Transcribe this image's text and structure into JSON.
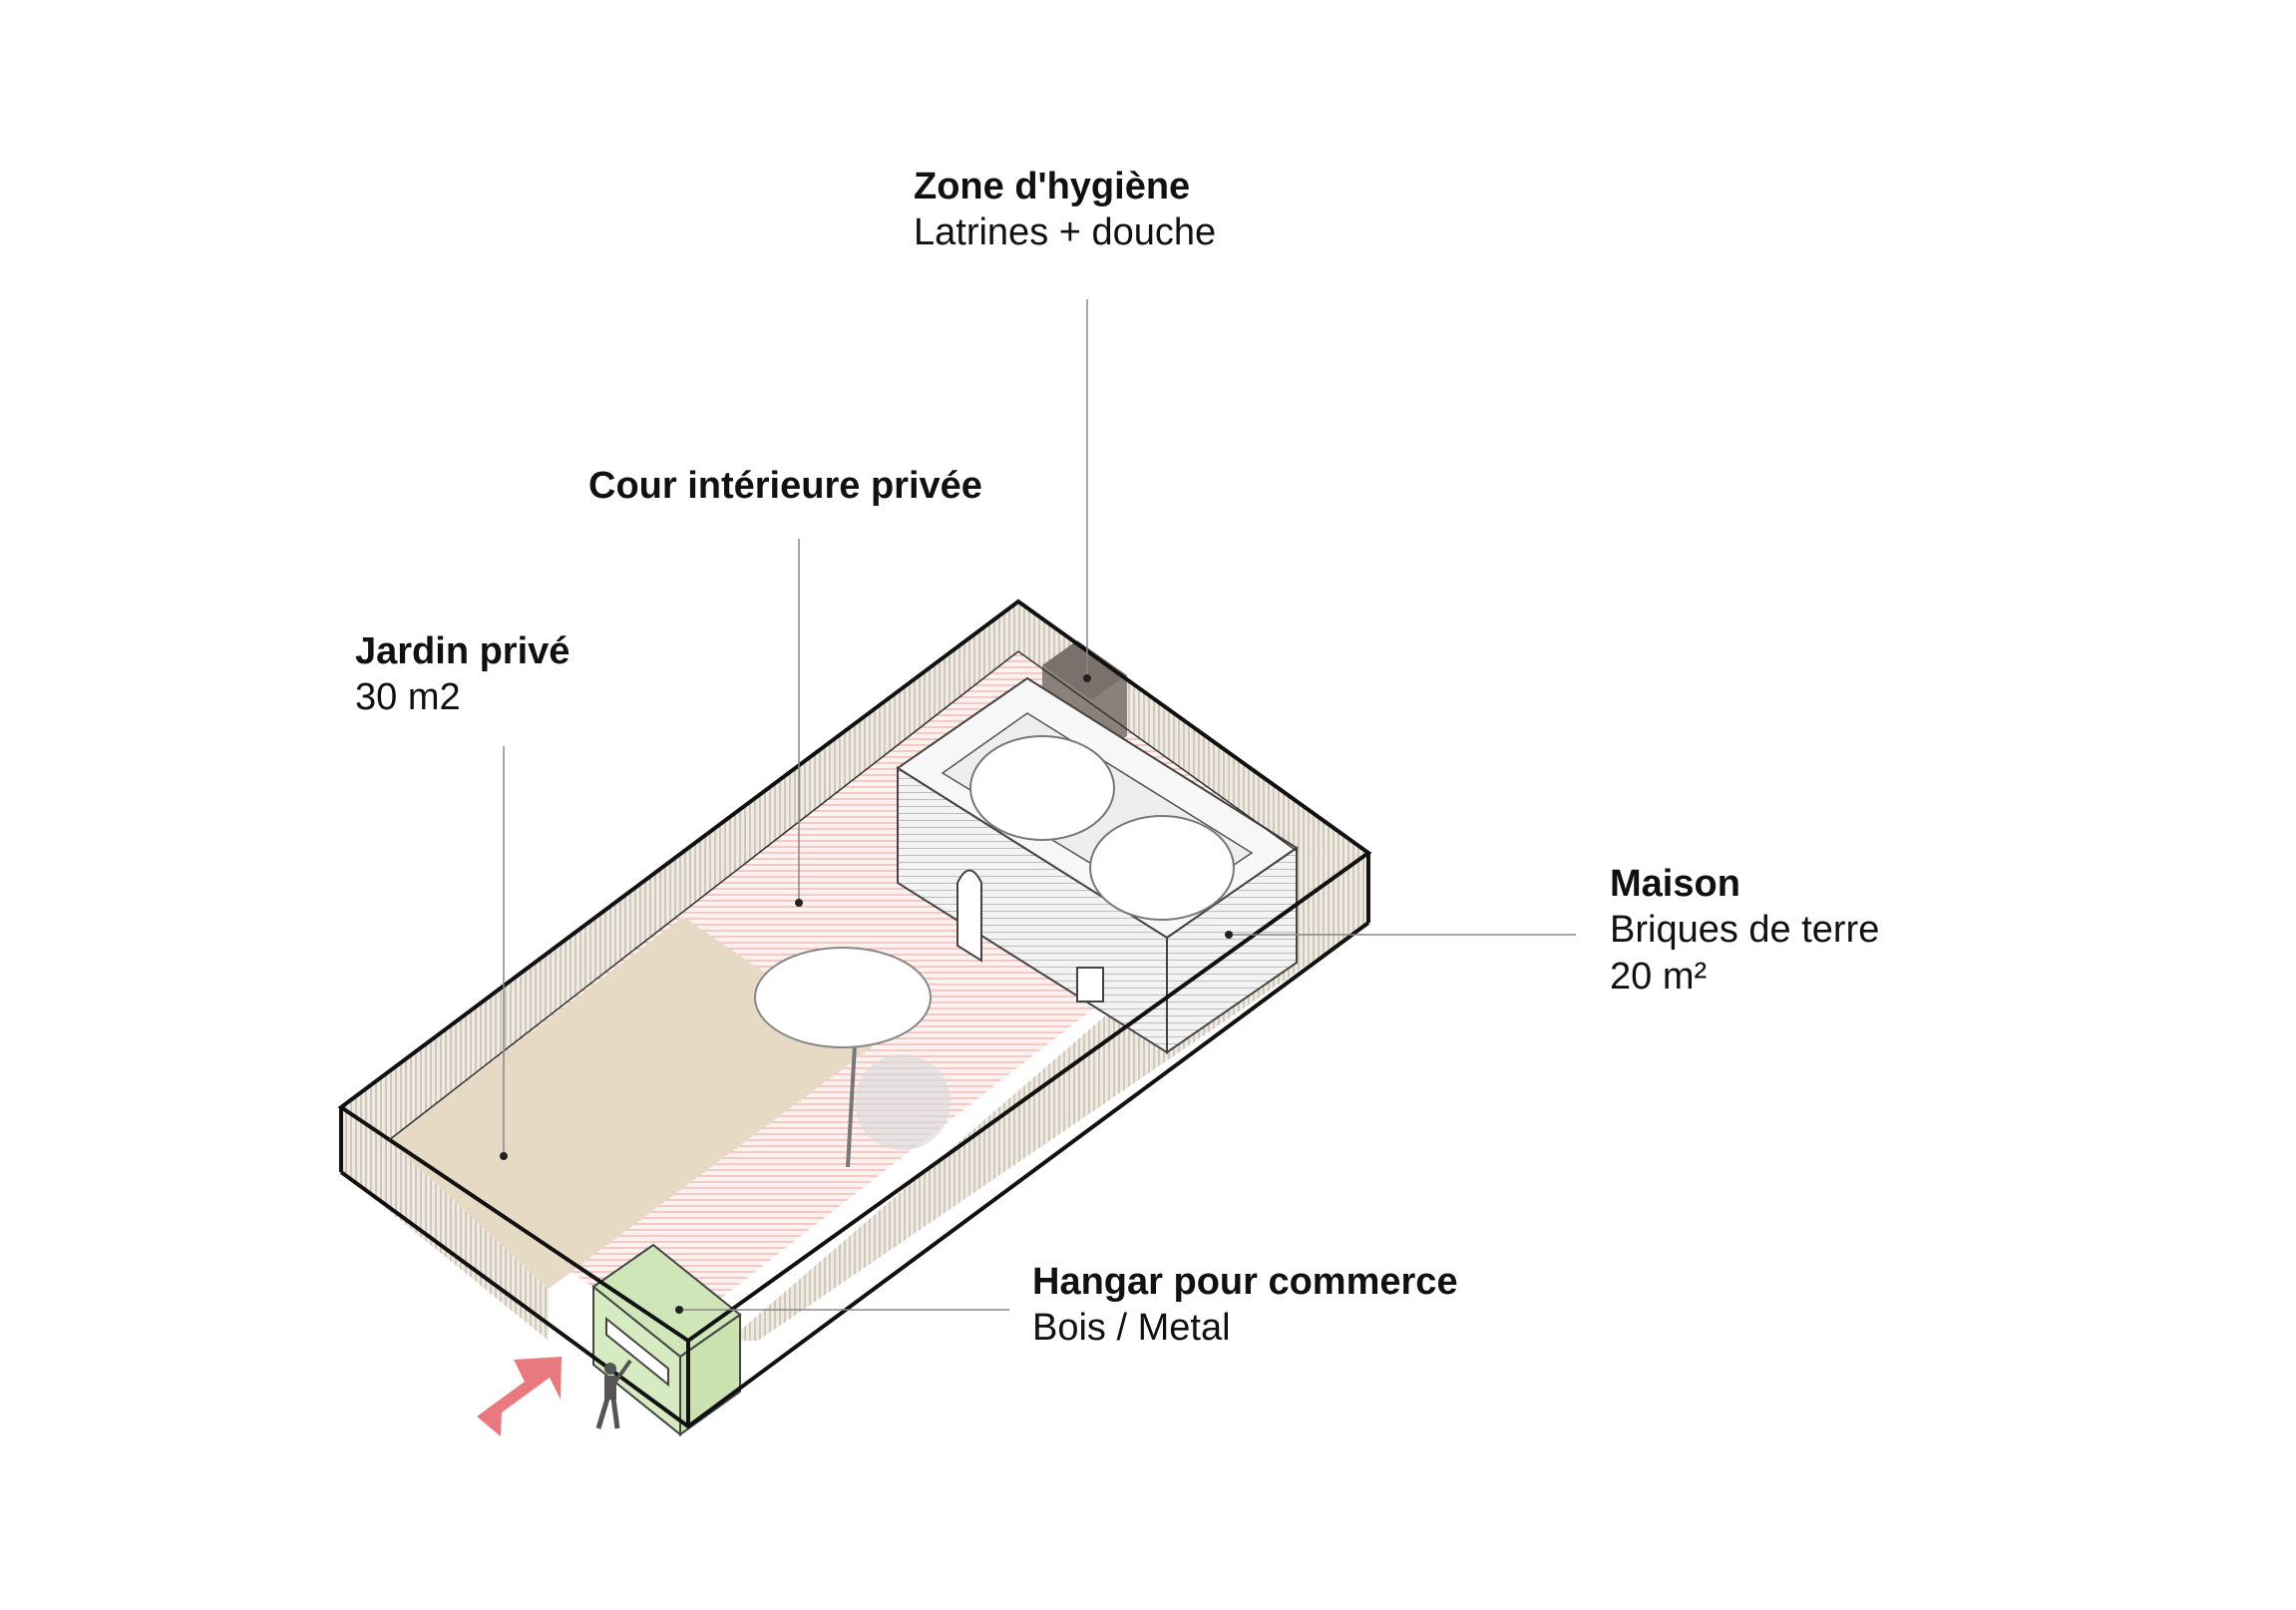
{
  "labels": {
    "hygiene": {
      "title": "Zone d'hygiène",
      "subtitle": "Latrines + douche"
    },
    "cour": {
      "title": "Cour intérieure privée"
    },
    "jardin": {
      "title": "Jardin privé",
      "subtitle": "30 m2"
    },
    "maison": {
      "title": "Maison",
      "subtitle": "Briques de terre",
      "area": "20 m²"
    },
    "hangar": {
      "title": "Hangar pour commerce",
      "subtitle": "Bois / Metal"
    }
  },
  "colors": {
    "outline": "#111111",
    "wall_fill": "#efe9e0",
    "wall_hatch": "#b9b2a8",
    "courtyard_fill": "#fbf2f0",
    "courtyard_hatch": "#e9a09a",
    "garden_fill": "#e6dac4",
    "hygiene_fill": "#8a817a",
    "hangar_fill": "#d7ebc2",
    "arrow_fill": "#e8797f",
    "person_fill": "#555555",
    "leader_line": "#888888"
  }
}
